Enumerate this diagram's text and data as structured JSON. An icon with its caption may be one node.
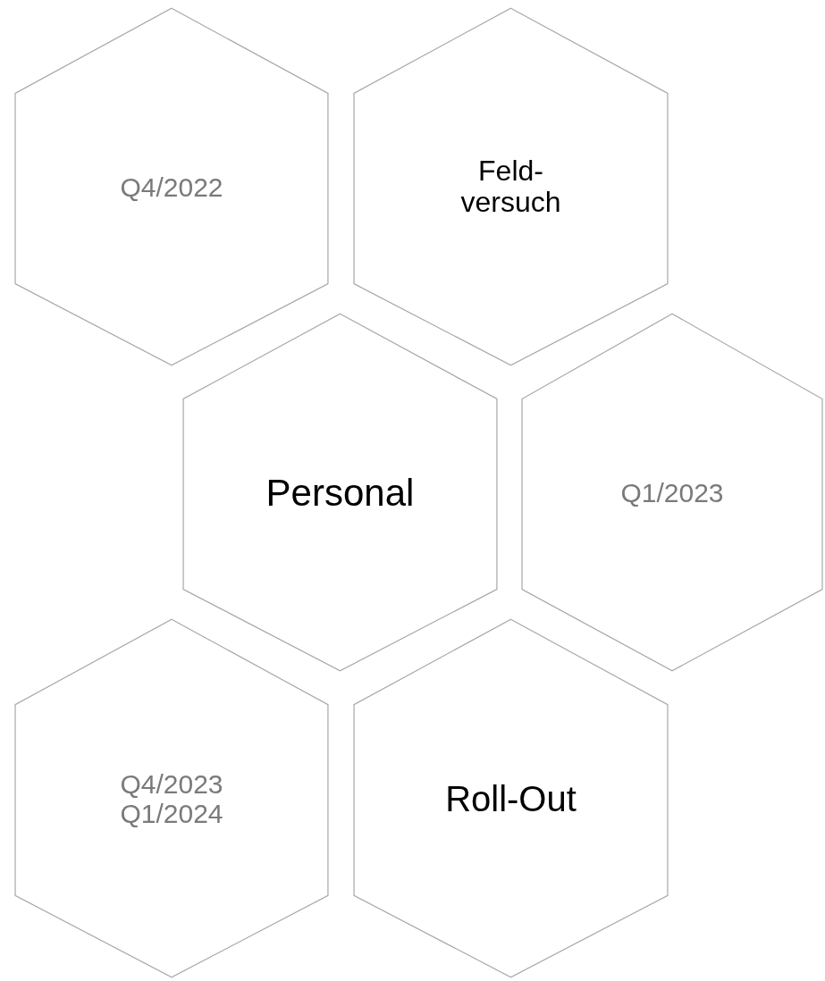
{
  "diagram": {
    "nodes": [
      {
        "text": [
          "Q4/2022"
        ]
      },
      {
        "text": [
          "Feld- versuch"
        ]
      },
      {
        "text": [
          "Personal"
        ]
      },
      {
        "text": [
          "Q1/2023"
        ]
      },
      {
        "text": [
          "Q4/2023 Q1/2024"
        ]
      },
      {
        "text": [
          "Roll-Out"
        ]
      }
    ]
  }
}
